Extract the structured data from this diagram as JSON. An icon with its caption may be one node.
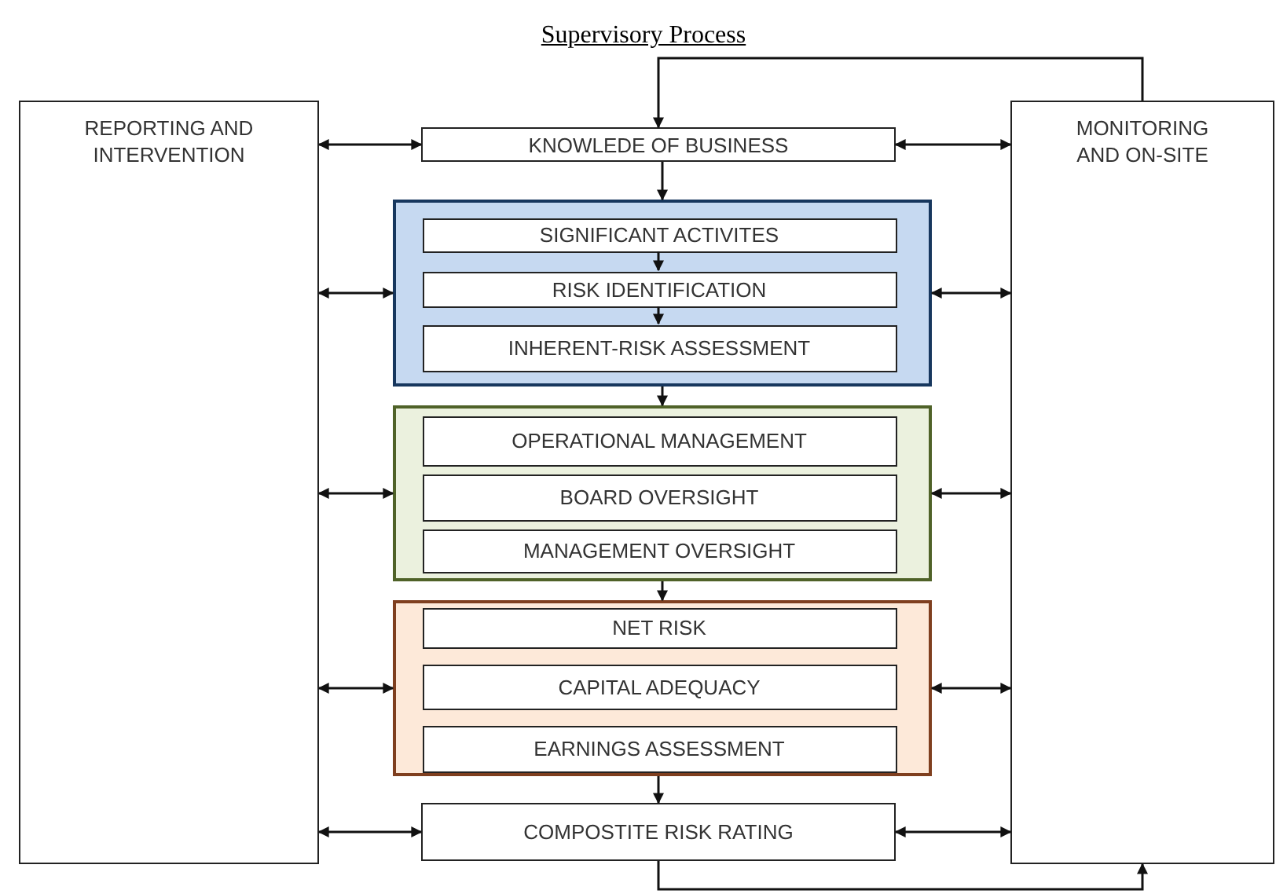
{
  "diagram": {
    "title": "Supervisory Process",
    "nodes": [
      {
        "text": [
          "REPORTING AND INTERVENTION"
        ]
      },
      {
        "text": [
          "KNOWLEDE OF BUSINESS"
        ]
      },
      {
        "text": [
          "MONITORING AND ON-SITE"
        ]
      },
      {
        "text": [],
        "shape": "box"
      },
      {
        "text": [
          "SIGNIFICANT ACTIVITES"
        ],
        "in": 3
      },
      {
        "text": [
          "RISK IDENTIFICATION"
        ],
        "in": 3
      },
      {
        "text": [
          "INHERENT-RISK ASSESSMENT"
        ],
        "in": 3
      },
      {
        "text": [],
        "shape": "box"
      },
      {
        "text": [
          "OPERATIONAL MANAGEMENT"
        ],
        "in": 7
      },
      {
        "text": [
          "BOARD OVERSIGHT"
        ],
        "in": 7
      },
      {
        "text": [
          "MANAGEMENT OVERSIGHT"
        ],
        "in": 7
      },
      {
        "text": [],
        "shape": "box"
      },
      {
        "text": [
          "NET RISK"
        ],
        "in": 11
      },
      {
        "text": [
          "CAPITAL ADEQUACY"
        ],
        "in": 11
      },
      {
        "text": [
          "EARNINGS ASSESSMENT"
        ],
        "in": 11
      },
      {
        "text": [
          "COMPOSTITE RISK RATING"
        ]
      }
    ],
    "edges": [
      {
        "from": 0,
        "to": 1,
        "arrow": "both"
      },
      {
        "from": 1,
        "to": 2,
        "arrow": "both"
      },
      {
        "from": 0,
        "to": 3,
        "arrow": "both"
      },
      {
        "from": 3,
        "to": 2,
        "arrow": "both"
      },
      {
        "from": 0,
        "to": 7,
        "arrow": "both"
      },
      {
        "from": 7,
        "to": 2,
        "arrow": "both"
      },
      {
        "from": 0,
        "to": 11,
        "arrow": "both"
      },
      {
        "from": 11,
        "to": 2,
        "arrow": "both"
      },
      {
        "from": 0,
        "to": 15,
        "arrow": "both"
      },
      {
        "from": 15,
        "to": 2,
        "arrow": "both"
      },
      {
        "from": 1,
        "to": 3,
        "arrow": "to"
      },
      {
        "from": 4,
        "to": 5,
        "arrow": "to"
      },
      {
        "from": 5,
        "to": 6,
        "arrow": "to"
      },
      {
        "from": 3,
        "to": 7,
        "arrow": "to"
      },
      {
        "from": 7,
        "to": 11,
        "arrow": "to"
      },
      {
        "from": 11,
        "to": 15,
        "arrow": "to"
      },
      {
        "from": 2,
        "to": 1,
        "arrow": "to"
      },
      {
        "from": 15,
        "to": 2,
        "arrow": "to"
      }
    ]
  }
}
